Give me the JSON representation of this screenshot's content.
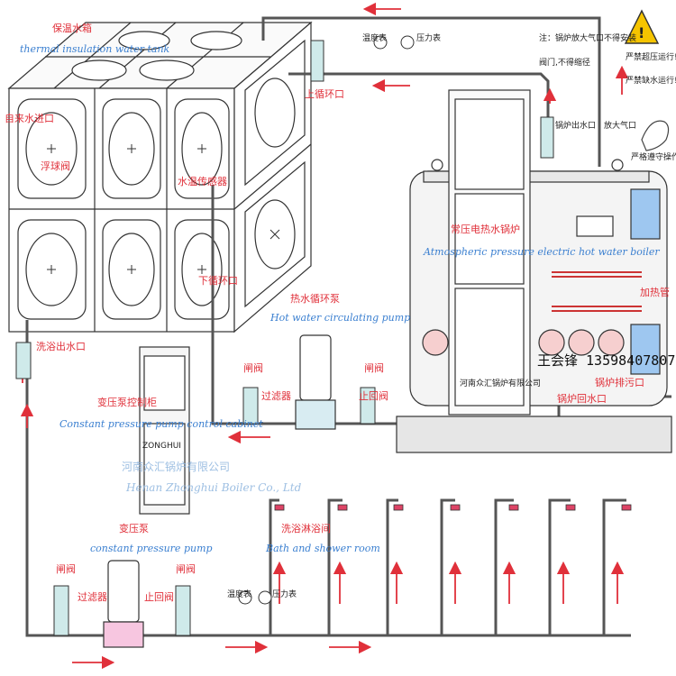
{
  "labels": {
    "tank_cn": "保温水箱",
    "tank_en": "thermal insulation water tank",
    "inlet_cn": "自来水进口",
    "float_valve_cn": "浮球阀",
    "upper_return_cn": "上循环口",
    "temp_sensor_cn": "水温传感器",
    "lower_return_cn": "下循环口",
    "shower_outlet_cn": "洗浴出水口",
    "boiler_cn": "常压电热水锅炉",
    "boiler_en": "Atmospheric pressure electric hot water boiler",
    "boiler_outlet_cn": "锅炉出水口",
    "vent_cn": "放大气口",
    "heating_tube_cn": "加热管",
    "boiler_drain_cn": "锅炉排污口",
    "boiler_return_cn": "锅炉回水口",
    "circ_pump_cn": "热水循环泵",
    "circ_pump_en": "Hot water circulating pump",
    "gate_valve_cn": "闸阀",
    "filter_cn": "过滤器",
    "check_valve_cn": "止回阀",
    "cabinet_cn": "变压泵控制柜",
    "cabinet_en": "Constant pressure pump control cabinet",
    "const_pump_cn": "变压泵",
    "const_pump_en": "constant pressure pump",
    "shower_room_cn": "洗浴淋浴间",
    "shower_room_en": "Bath and shower room",
    "thermometer_cn": "温度表",
    "pressure_gauge_cn": "压力表",
    "notice_1": "注：锅炉放大气口不得安装",
    "notice_2": "阀门,不得缩径",
    "warn_1": "严禁超压运行!",
    "warn_2": "严禁缺水运行!",
    "warn_3": "严格遵守操作规程",
    "panel_label": "ZONGHUI",
    "boiler_nameplate": "河南众汇锅炉有限公司",
    "phone": "王会锋 13598407807",
    "watermark_cn": "河南众汇锅炉有限公司",
    "watermark_en": "Henan Zhonghui Boiler Co., Ltd"
  },
  "colors": {
    "pipe": "#555555",
    "arrow": "#e0303a",
    "label_cn": "#e0303a",
    "label_en": "#3a7fd0",
    "warning": "#f5c400",
    "valve_accent": "#00a7a7"
  },
  "icons": {
    "warning": "warning-triangle-icon",
    "hand": "hand-icon"
  }
}
